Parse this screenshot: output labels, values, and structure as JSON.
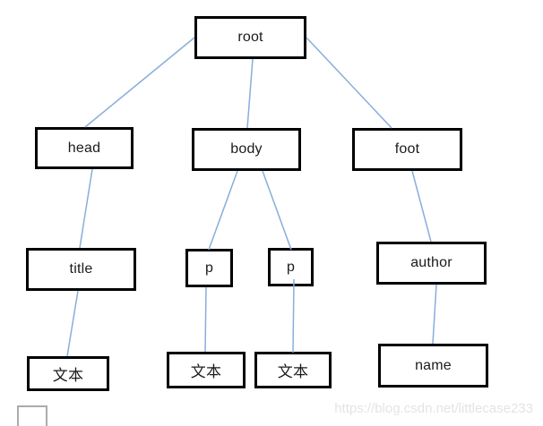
{
  "diagram": {
    "nodes": [
      {
        "id": "root",
        "label": "root"
      },
      {
        "id": "head",
        "label": "head"
      },
      {
        "id": "body",
        "label": "body"
      },
      {
        "id": "foot",
        "label": "foot"
      },
      {
        "id": "title",
        "label": "title"
      },
      {
        "id": "p1",
        "label": "p"
      },
      {
        "id": "p2",
        "label": "p"
      },
      {
        "id": "author",
        "label": "author"
      },
      {
        "id": "text1",
        "label": "文本"
      },
      {
        "id": "text2",
        "label": "文本"
      },
      {
        "id": "text3",
        "label": "文本"
      },
      {
        "id": "name",
        "label": "name"
      }
    ],
    "edges": [
      [
        "root",
        "head"
      ],
      [
        "root",
        "body"
      ],
      [
        "root",
        "foot"
      ],
      [
        "head",
        "title"
      ],
      [
        "body",
        "p1"
      ],
      [
        "body",
        "p2"
      ],
      [
        "foot",
        "author"
      ],
      [
        "title",
        "text1"
      ],
      [
        "p1",
        "text2"
      ],
      [
        "p2",
        "text3"
      ],
      [
        "author",
        "name"
      ]
    ],
    "colors": {
      "connector": "#87AEDB",
      "box_border": "#000000",
      "box_fill": "#ffffff",
      "partial_box_border": "#ababab",
      "watermark_text": "#e4e4e4"
    }
  },
  "watermark": {
    "text": "https://blog.csdn.net/littlecase233"
  }
}
